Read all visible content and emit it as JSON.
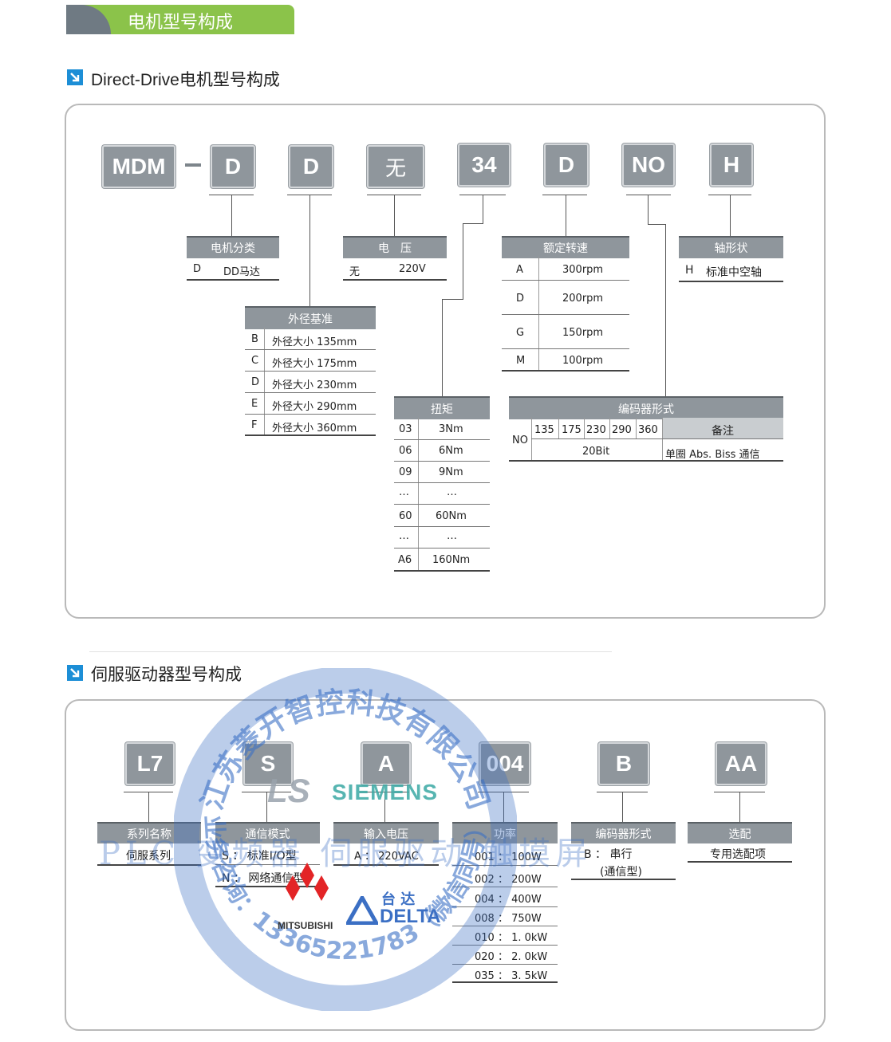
{
  "header_tab": {
    "label": "电机型号构成"
  },
  "section1": {
    "title": "Direct-Drive电机型号构成",
    "code": {
      "boxes": [
        "MDM",
        "D",
        "D",
        "无",
        "34",
        "D",
        "NO",
        "H"
      ],
      "dash": "—"
    },
    "motor_class": {
      "title": "电机分类",
      "rows": [
        [
          "D",
          "DD马达"
        ]
      ]
    },
    "voltage": {
      "title": "电　压",
      "rows": [
        [
          "无",
          "220V"
        ]
      ]
    },
    "speed": {
      "title": "额定转速",
      "rows": [
        [
          "A",
          "300rpm"
        ],
        [
          "D",
          "200rpm"
        ],
        [
          "G",
          "150rpm"
        ],
        [
          "M",
          "100rpm"
        ]
      ]
    },
    "shaft": {
      "title": "轴形状",
      "rows": [
        [
          "H",
          "标准中空轴"
        ]
      ]
    },
    "diameter": {
      "title": "外径基准",
      "rows": [
        [
          "B",
          "外径大小 135mm"
        ],
        [
          "C",
          "外径大小 175mm"
        ],
        [
          "D",
          "外径大小 230mm"
        ],
        [
          "E",
          "外径大小 290mm"
        ],
        [
          "F",
          "外径大小 360mm"
        ]
      ]
    },
    "torque": {
      "title": "扭矩",
      "rows": [
        [
          "03",
          "3Nm"
        ],
        [
          "06",
          "6Nm"
        ],
        [
          "09",
          "9Nm"
        ],
        [
          "…",
          "…"
        ],
        [
          "60",
          "60Nm"
        ],
        [
          "…",
          "…"
        ],
        [
          "A6",
          "160Nm"
        ]
      ]
    },
    "encoder": {
      "title": "编码器形式",
      "code": "NO",
      "sizes": [
        "135",
        "175",
        "230",
        "290",
        "360"
      ],
      "note_header": "备注",
      "resolution": "20Bit",
      "note": "单圈 Abs. Biss 通信"
    }
  },
  "section2": {
    "title": "伺服驱动器型号构成",
    "code": {
      "boxes": [
        "L7",
        "S",
        "A",
        "004",
        "B",
        "AA"
      ]
    },
    "series": {
      "title": "系列名称",
      "rows": [
        "伺服系列"
      ]
    },
    "comm": {
      "title": "通信模式",
      "rows": [
        "S ： 标准I/O型",
        "N ： 网络通信型"
      ]
    },
    "input": {
      "title": "输入电压",
      "rows": [
        "A ： 220VAC"
      ]
    },
    "power": {
      "title": "功率",
      "rows": [
        "001 ： 100W",
        "002 ： 200W",
        "004 ： 400W",
        "008 ： 750W",
        "010 ： 1. 0kW",
        "020 ： 2. 0kW",
        "035 ： 3. 5kW"
      ]
    },
    "encoder": {
      "title": "编码器形式",
      "rows": [
        "B ： 串行",
        "(通信型)"
      ]
    },
    "option": {
      "title": "选配",
      "rows": [
        "专用选配项"
      ]
    }
  },
  "watermark": {
    "arc_top": "江苏菱开智控科技有限公司",
    "arc_bottom": "业务咨询：13365221783（微信同号）",
    "middle": "PLC 变频器 伺服驱动 触摸屏",
    "brands": [
      "LS",
      "SIEMENS",
      "MITSUBISHI",
      "台 达",
      "DELTA"
    ]
  },
  "colors": {
    "accent_green": "#8bc34a",
    "box_gray": "#8f969c",
    "icon_blue": "#1c8ed6",
    "watermark_blue": "#3b6fc4"
  }
}
